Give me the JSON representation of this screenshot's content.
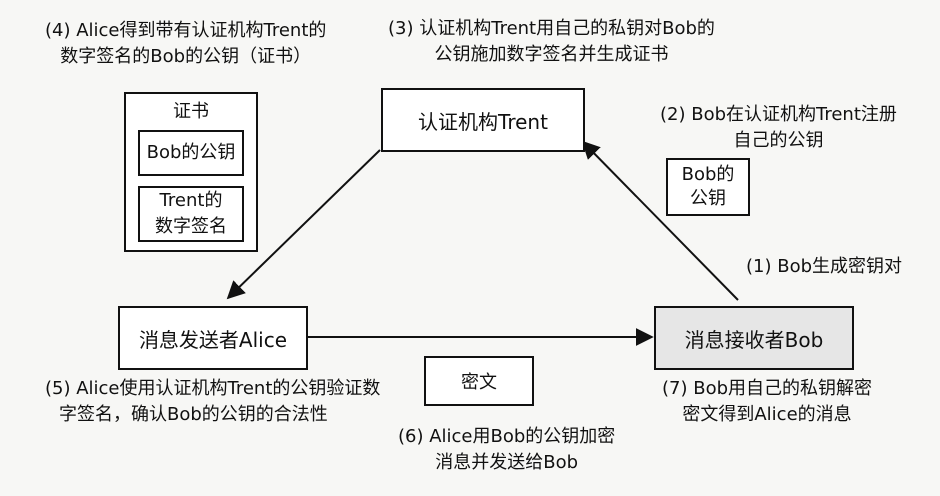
{
  "labels": {
    "step4": [
      "(4) Alice得到带有认证机构Trent的",
      "数字签名的Bob的公钥（证书）"
    ],
    "step3": [
      "(3) 认证机构Trent用自己的私钥对Bob的",
      "公钥施加数字签名并生成证书"
    ],
    "step2": [
      "(2) Bob在认证机构Trent注册",
      "自己的公钥"
    ],
    "step1": "(1) Bob生成密钥对",
    "step5": [
      "(5) Alice使用认证机构Trent的公钥验证数",
      "字签名，确认Bob的公钥的合法性"
    ],
    "step6": [
      "(6) Alice用Bob的公钥加密",
      "消息并发送给Bob"
    ],
    "step7": [
      "(7) Bob用自己的私钥解密",
      "密文得到Alice的消息"
    ]
  },
  "certificate": {
    "title": "证书",
    "public_key": "Bob的公钥",
    "signature": [
      "Trent的",
      "数字签名"
    ]
  },
  "nodes": {
    "trent": "认证机构Trent",
    "alice": "消息发送者Alice",
    "bob": "消息接收者Bob",
    "bob_key": [
      "Bob的",
      "公钥"
    ],
    "ciphertext": "密文"
  }
}
